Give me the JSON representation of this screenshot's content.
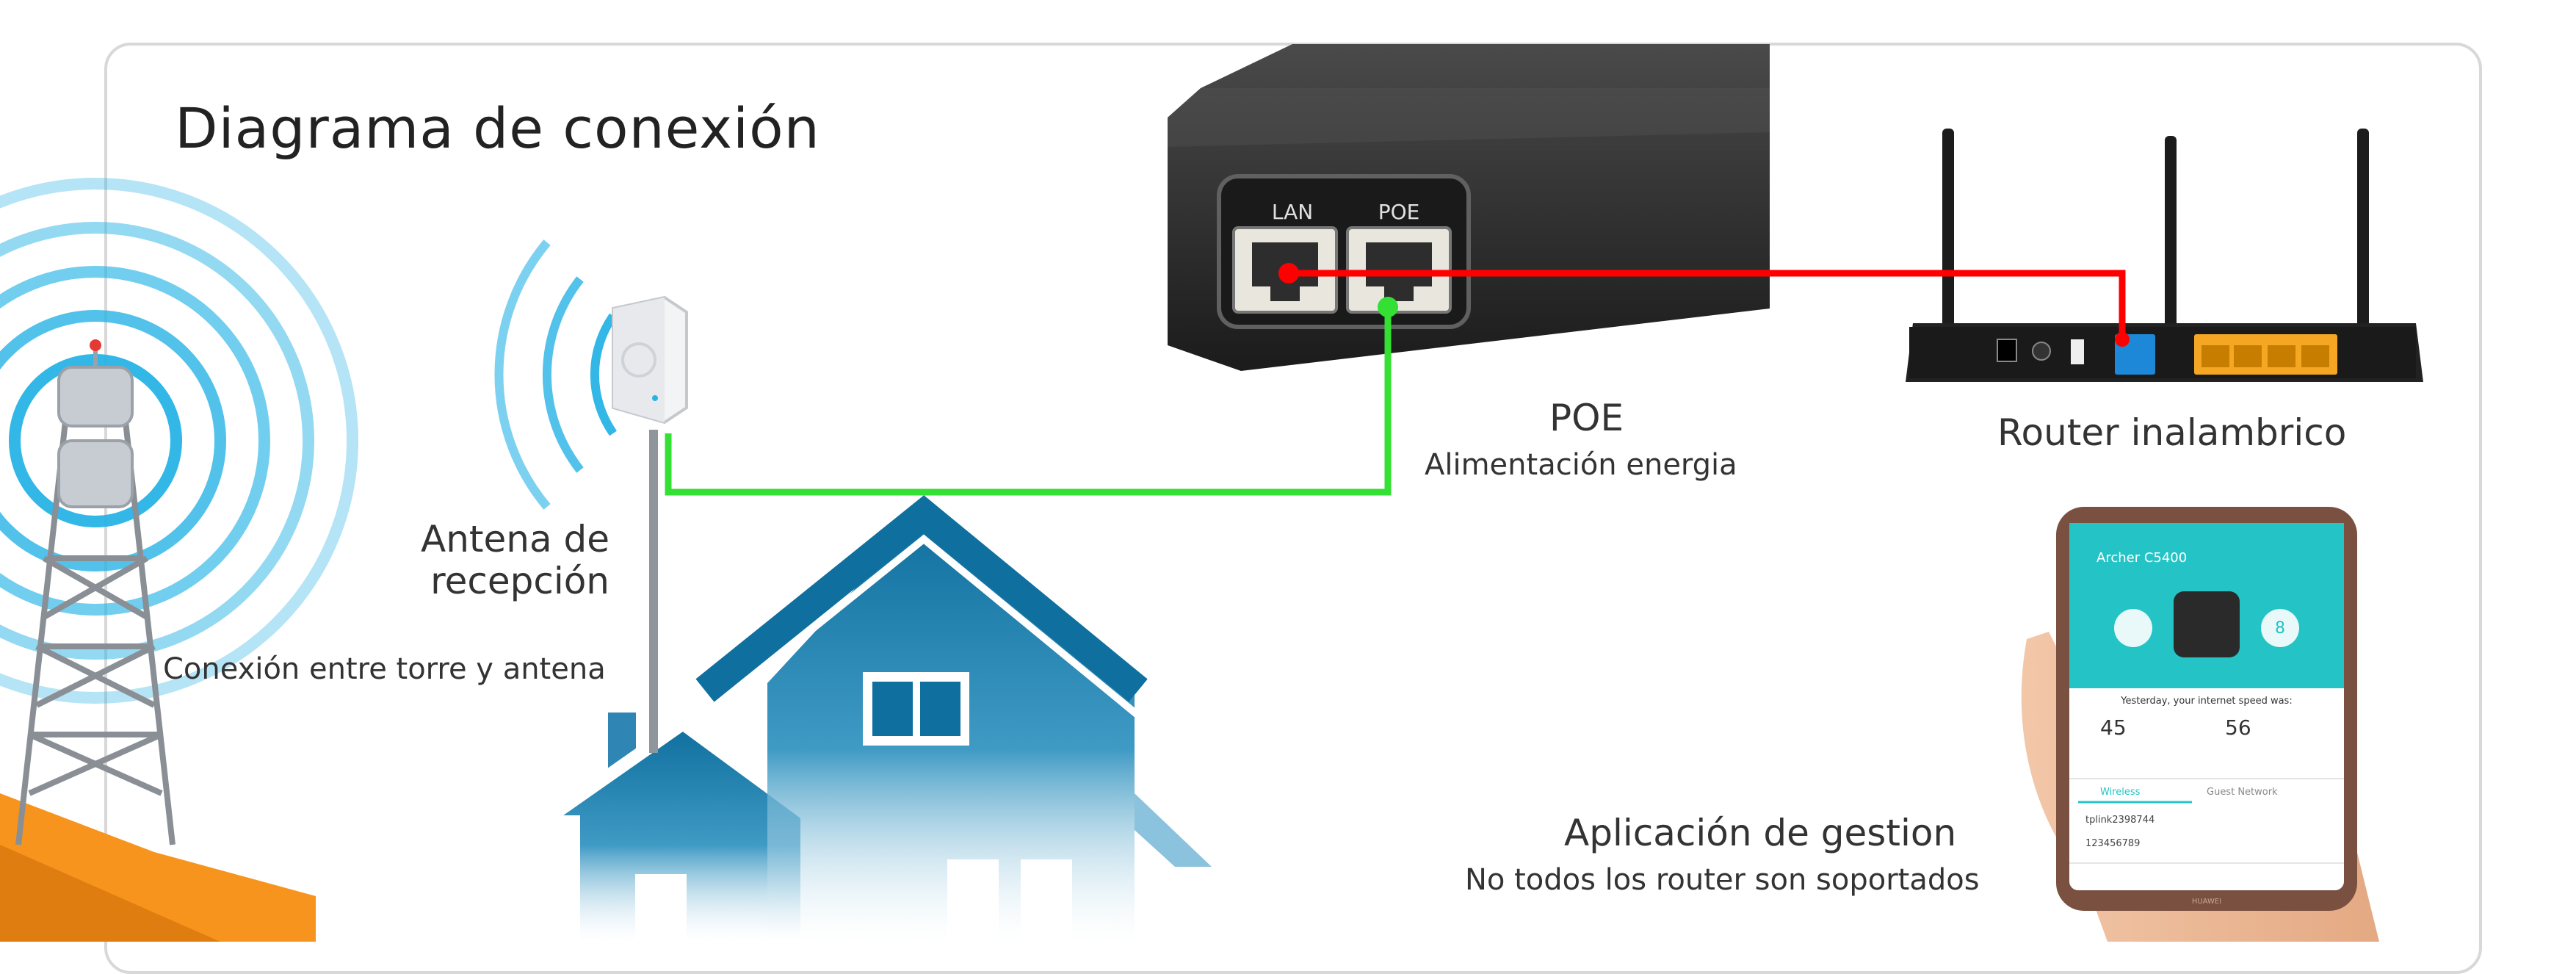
{
  "title": "Diagrama de conexión",
  "poe": {
    "name": "POE",
    "description": "Alimentación energia",
    "port_lan": "LAN",
    "port_poe": "POE"
  },
  "router": {
    "name": "Router inalambrico"
  },
  "antenna": {
    "name_line1": "Antena de",
    "name_line2": "recepción",
    "link": "Conexión entre torre y antena"
  },
  "app": {
    "name": "Aplicación de gestion",
    "note": "No todos los router son soportados",
    "screen": {
      "device": "Archer C5400",
      "speed_caption": "Yesterday, your internet speed was:",
      "upload": "45",
      "download": "56",
      "clients": "8",
      "tab_wireless": "Wireless",
      "tab_guest": "Guest Network",
      "ssid": "tplink2398744",
      "password": "123456789",
      "brand": "HUAWEI"
    }
  },
  "colors": {
    "lan_cable": "#ff0000",
    "poe_cable": "#33e033",
    "house": "#0f6f9e",
    "signal": "#27b3e6",
    "app_teal": "#24c4c6",
    "lan_port": "#1e88d8",
    "router_lan_ports": "#f5a623",
    "tower_base": "#f7941d"
  }
}
